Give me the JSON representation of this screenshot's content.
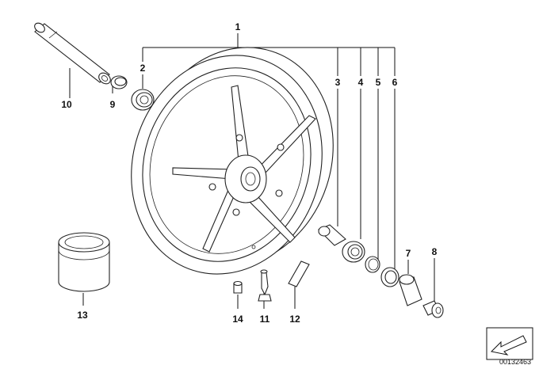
{
  "callouts": {
    "c1": "1",
    "c2": "2",
    "c3": "3",
    "c4": "4",
    "c5": "5",
    "c6": "6",
    "c7": "7",
    "c8": "8",
    "c9": "9",
    "c10": "10",
    "c11": "11",
    "c12": "12",
    "c13": "13",
    "c14": "14"
  },
  "document_number": "00132463",
  "icons": {
    "orientation": "arrow-orientation-icon"
  }
}
